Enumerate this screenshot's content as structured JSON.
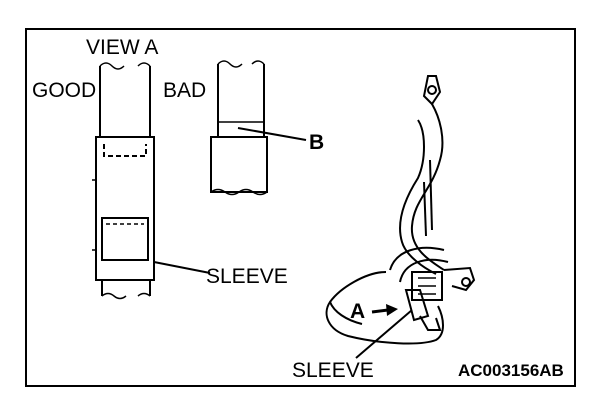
{
  "view_title": "VIEW A",
  "good_label": "GOOD",
  "bad_label": "BAD",
  "callout_b": "B",
  "sleeve_label_view": "SLEEVE",
  "callout_a": "A",
  "sleeve_label_bottom": "SLEEVE",
  "figure_code": "AC003156AB",
  "colors": {
    "ink": "#000000",
    "paper": "#ffffff"
  }
}
